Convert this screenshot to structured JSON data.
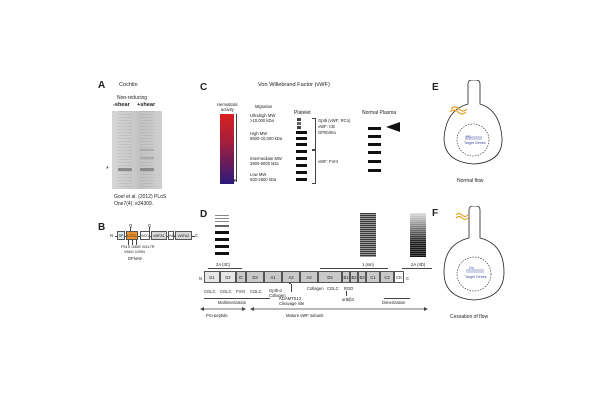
{
  "panelA": {
    "letter": "A",
    "protein": "Cochlin",
    "condition": "Non-reducing",
    "lane_labels": [
      "-shear",
      "+shear"
    ],
    "marker": "*",
    "citation_line1": "Goel et al. (2012) PLoS",
    "citation_line2": "One7(4): e34309."
  },
  "panelB": {
    "letter": "B",
    "n_term": "N",
    "c_term": "C",
    "domains": [
      "SP",
      "LCCL",
      "IVD1",
      "vWFA1",
      "IVD2",
      "vWFA2"
    ],
    "top_marks": [
      "Q",
      "G"
    ],
    "mutations_line1": "P51S G88E W117R",
    "mutations_line2": "V66G  I109N",
    "gene": "DFNA9"
  },
  "panelC": {
    "letter": "C",
    "title": "Von Willebrand Factor (vWF)",
    "bar_label_line1": "Hemostatic",
    "bar_label_line2": "activity",
    "migration": "Migration",
    "mw_labels": [
      {
        "line1": "Ultrahigh MW",
        "line2": ">10,000 kDa"
      },
      {
        "line1": "High MW",
        "line2": "5500-10,000 kDa"
      },
      {
        "line1": "Intermediate MW",
        "line2": "3900-5000 kDa"
      },
      {
        "line1": "Low MW",
        "line2": "500-2500 kDa"
      }
    ],
    "platelet_title": "Platelet",
    "platelet_binding": [
      "GpIb (vWF: RCo)",
      "vWF: CB",
      "GPIIb/IIIa"
    ],
    "factor_binding": "vWF: FVIII",
    "plasma_title": "Normal Plasma"
  },
  "panelD": {
    "letter": "D",
    "n_term": "N",
    "c_term": "C",
    "zoom_labels": [
      "2A (IIC)",
      "1 (sm)",
      "2A (IID)"
    ],
    "domains": [
      "D1",
      "D2",
      "D'",
      "D3",
      "A1",
      "A2",
      "A3",
      "D4",
      "B1",
      "B2",
      "B3",
      "C1",
      "C2",
      "CK"
    ],
    "lower_labels": [
      "CGLC",
      "CGLC",
      "FVIII",
      "CGLC",
      "GpIb-α",
      "Collagen",
      "Collagen",
      "CGLC",
      "RGD",
      "αIIbβ3"
    ],
    "multimerization": "Multimerization",
    "adamts": "ADAMTS13",
    "cleavage": "Cleavage site",
    "dimerization": "Dimerization",
    "propeptide": "Pro-peptide",
    "mature": "Mature vWF subunit"
  },
  "panelE": {
    "letter": "E",
    "pc_label": "PC",
    "target": "Target Genes",
    "caption": "Normal flow"
  },
  "panelF": {
    "letter": "F",
    "pc_label": "On",
    "target": "Target Genes",
    "caption": "Cessation of flow"
  },
  "colors": {
    "gradient_top": "#d82020",
    "gradient_mid": "#8a1a4a",
    "gradient_bottom": "#2a1a7a",
    "sp": "#d5e9ef",
    "lccl": "#e8902a",
    "ivd": "#ffffff",
    "vwfa": "#d8d8d8",
    "cilium_coil": "#e8a020",
    "nucleus_text": "#3d4aa0"
  }
}
